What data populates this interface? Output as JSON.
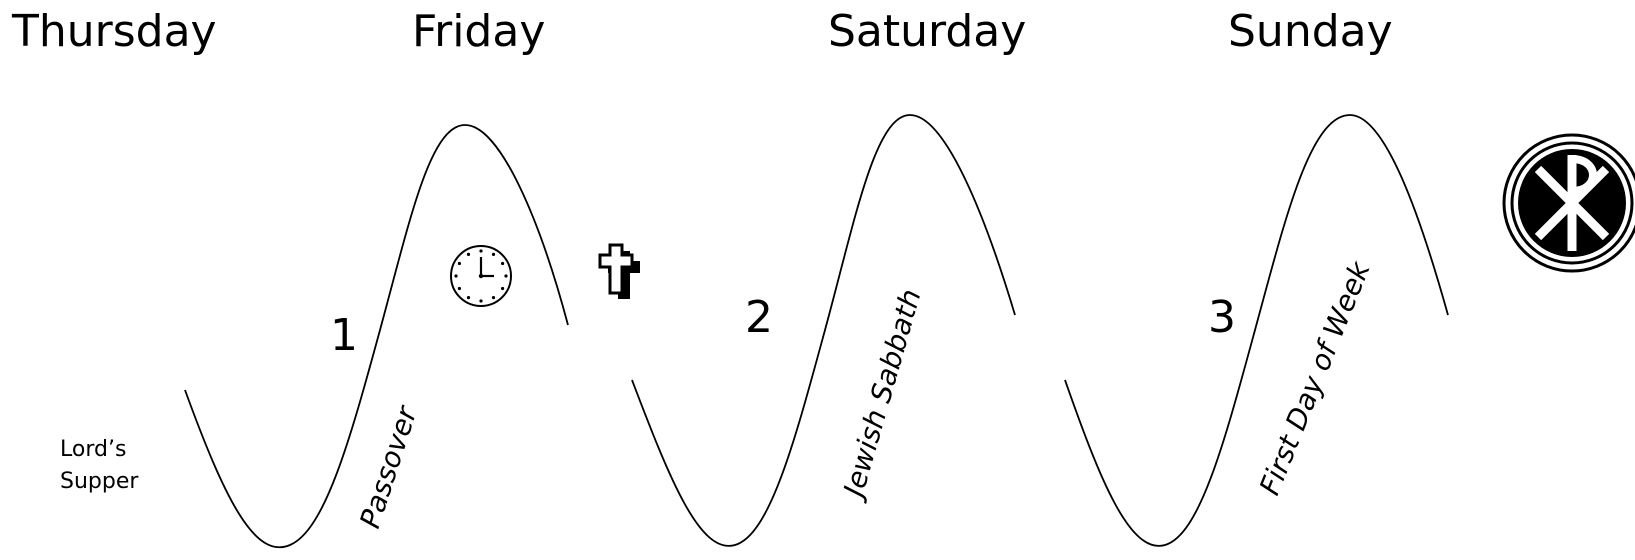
{
  "days": {
    "thursday": "Thursday",
    "friday": "Friday",
    "saturday": "Saturday",
    "sunday": "Sunday"
  },
  "numbers": {
    "one": "1",
    "two": "2",
    "three": "3"
  },
  "wave_labels": {
    "passover": "Passover",
    "jewish_sabbath": "Jewish Sabbath",
    "first_day": "First Day of Week"
  },
  "note": {
    "line1": "Lord’s",
    "line2": "Supper"
  },
  "icons": {
    "clock": "clock-icon",
    "cross": "cross-icon",
    "chi_rho": "chi-rho-icon"
  }
}
